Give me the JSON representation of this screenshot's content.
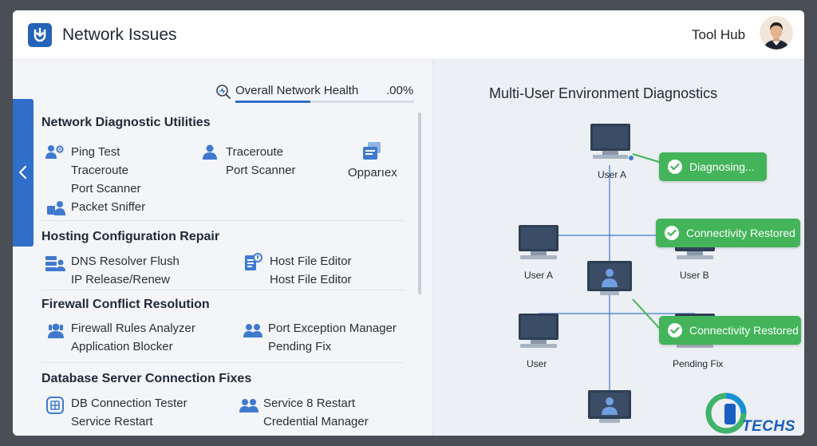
{
  "header": {
    "title": "Network Issues",
    "tool_hub": "Tool Hub"
  },
  "health": {
    "label": "Overall Network Health",
    "value": ".00%",
    "fill_fraction": 0.42
  },
  "sections": [
    {
      "title": "Network Diagnostic Utilities",
      "items": [
        "Ping Test",
        "Traceroute",
        "Port Scanner",
        "Packet Sniffer",
        "Traceroute",
        "Port Scanner",
        "Opparıex"
      ]
    },
    {
      "title": "Hosting Configuration Repair",
      "items": [
        "DNS Resolver Flush",
        "IP Release/Renew",
        "Host File Editor",
        "Host File Editor"
      ]
    },
    {
      "title": "Firewall Conflict Resolution",
      "items": [
        "Firewall Rules Analyzer",
        "Application Blocker",
        "Port Exception Manager",
        "Pending Fix"
      ]
    },
    {
      "title": "Database Server Connection Fixes",
      "items": [
        "DB Connection Tester",
        "Service Restart",
        "Service 8 Restart",
        "Credential Manager"
      ]
    }
  ],
  "diagnostics": {
    "title": "Multi-User Environment Diagnostics",
    "nodes": [
      "User A",
      "User A",
      "User B",
      "User",
      "Pending Fix"
    ],
    "badges": [
      "Diagnosing...",
      "Connectivity Restored",
      "Connectivity Restored"
    ]
  },
  "brand": {
    "text": "TECHS"
  },
  "colors": {
    "accent": "#2f6fc9",
    "success": "#43b45a"
  }
}
